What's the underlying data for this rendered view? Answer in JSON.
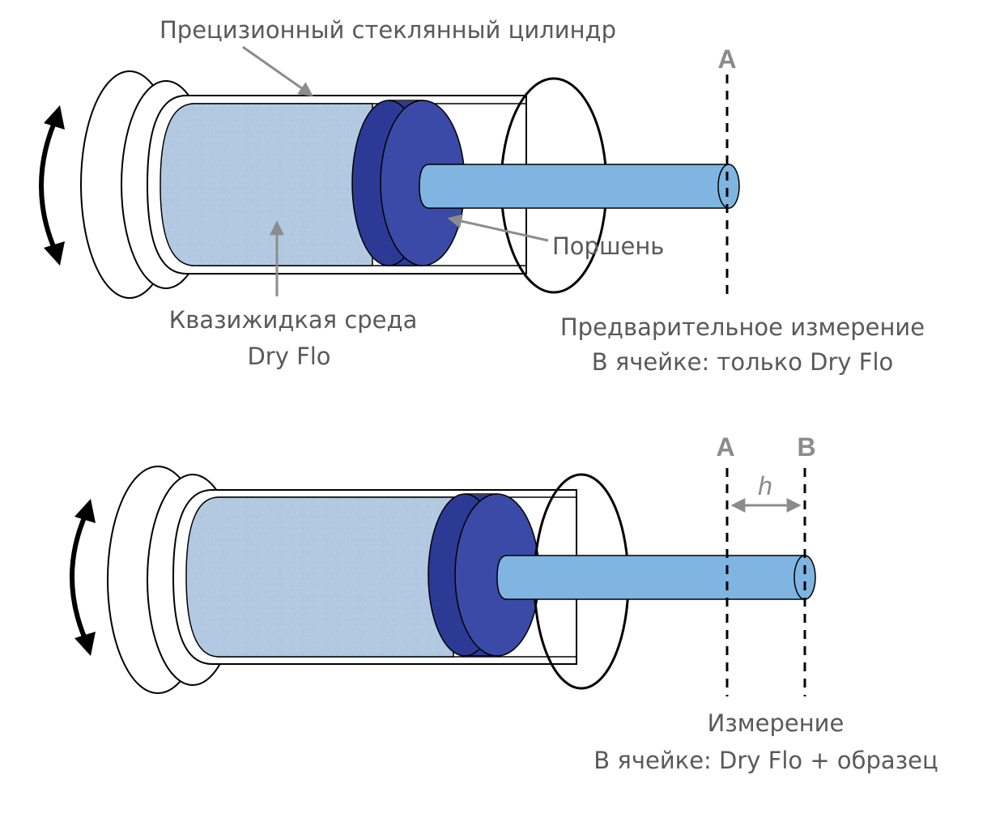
{
  "labels": {
    "cylinder": "Прецизионный стеклянный цилиндр",
    "piston": "Поршень",
    "medium_line1": "Квазижидкая среда",
    "medium_line2": "Dry Flo",
    "pre_line1": "Предварительное измерение",
    "pre_line2": "В ячейке: только Dry Flo",
    "meas_line1": "Измерение",
    "meas_line2": "В ячейке: Dry Flo + образец",
    "mark_a_top": "A",
    "mark_a_bottom": "A",
    "mark_b_bottom": "B",
    "h_label": "h"
  },
  "colors": {
    "powder": "#b3c9e1",
    "piston_dark": "#2c3a96",
    "piston_face": "#3a4aa6",
    "rod": "#7fb5e0",
    "outline": "#000000",
    "leader": "#8c8c8c",
    "text": "#595959"
  },
  "icons": {
    "rotation": "curved-double-arrow-icon"
  }
}
